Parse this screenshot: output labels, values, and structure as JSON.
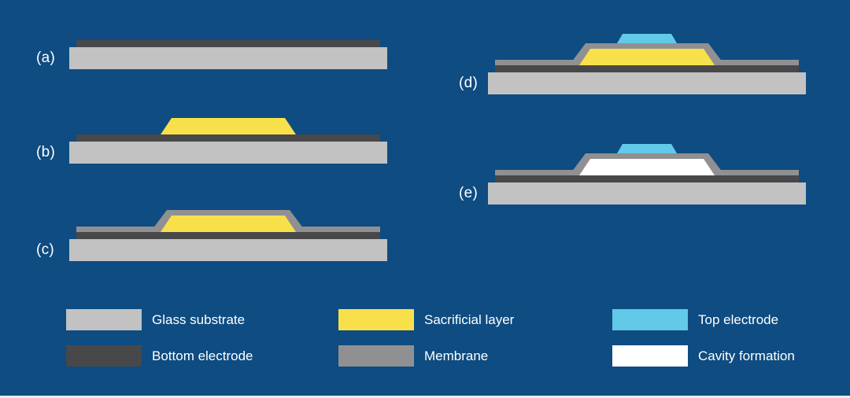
{
  "colors": {
    "background": "#0e4c81",
    "glass": "#c2c2c2",
    "bottom_electrode": "#48484a",
    "sacrificial": "#f8e04b",
    "membrane": "#909092",
    "top_electrode": "#62c9e8",
    "cavity": "#ffffff",
    "label_text": "#ffffff"
  },
  "panels": [
    {
      "id": "a",
      "label": "(a)"
    },
    {
      "id": "b",
      "label": "(b)"
    },
    {
      "id": "c",
      "label": "(c)"
    },
    {
      "id": "d",
      "label": "(d)"
    },
    {
      "id": "e",
      "label": "(e)"
    }
  ],
  "legend": [
    {
      "label": "Glass substrate",
      "color": "#c2c2c2"
    },
    {
      "label": "Bottom electrode",
      "color": "#48484a"
    },
    {
      "label": "Sacrificial layer",
      "color": "#f8e04b"
    },
    {
      "label": "Membrane",
      "color": "#909092"
    },
    {
      "label": "Top electrode",
      "color": "#62c9e8"
    },
    {
      "label": "Cavity formation",
      "color": "#ffffff"
    }
  ]
}
